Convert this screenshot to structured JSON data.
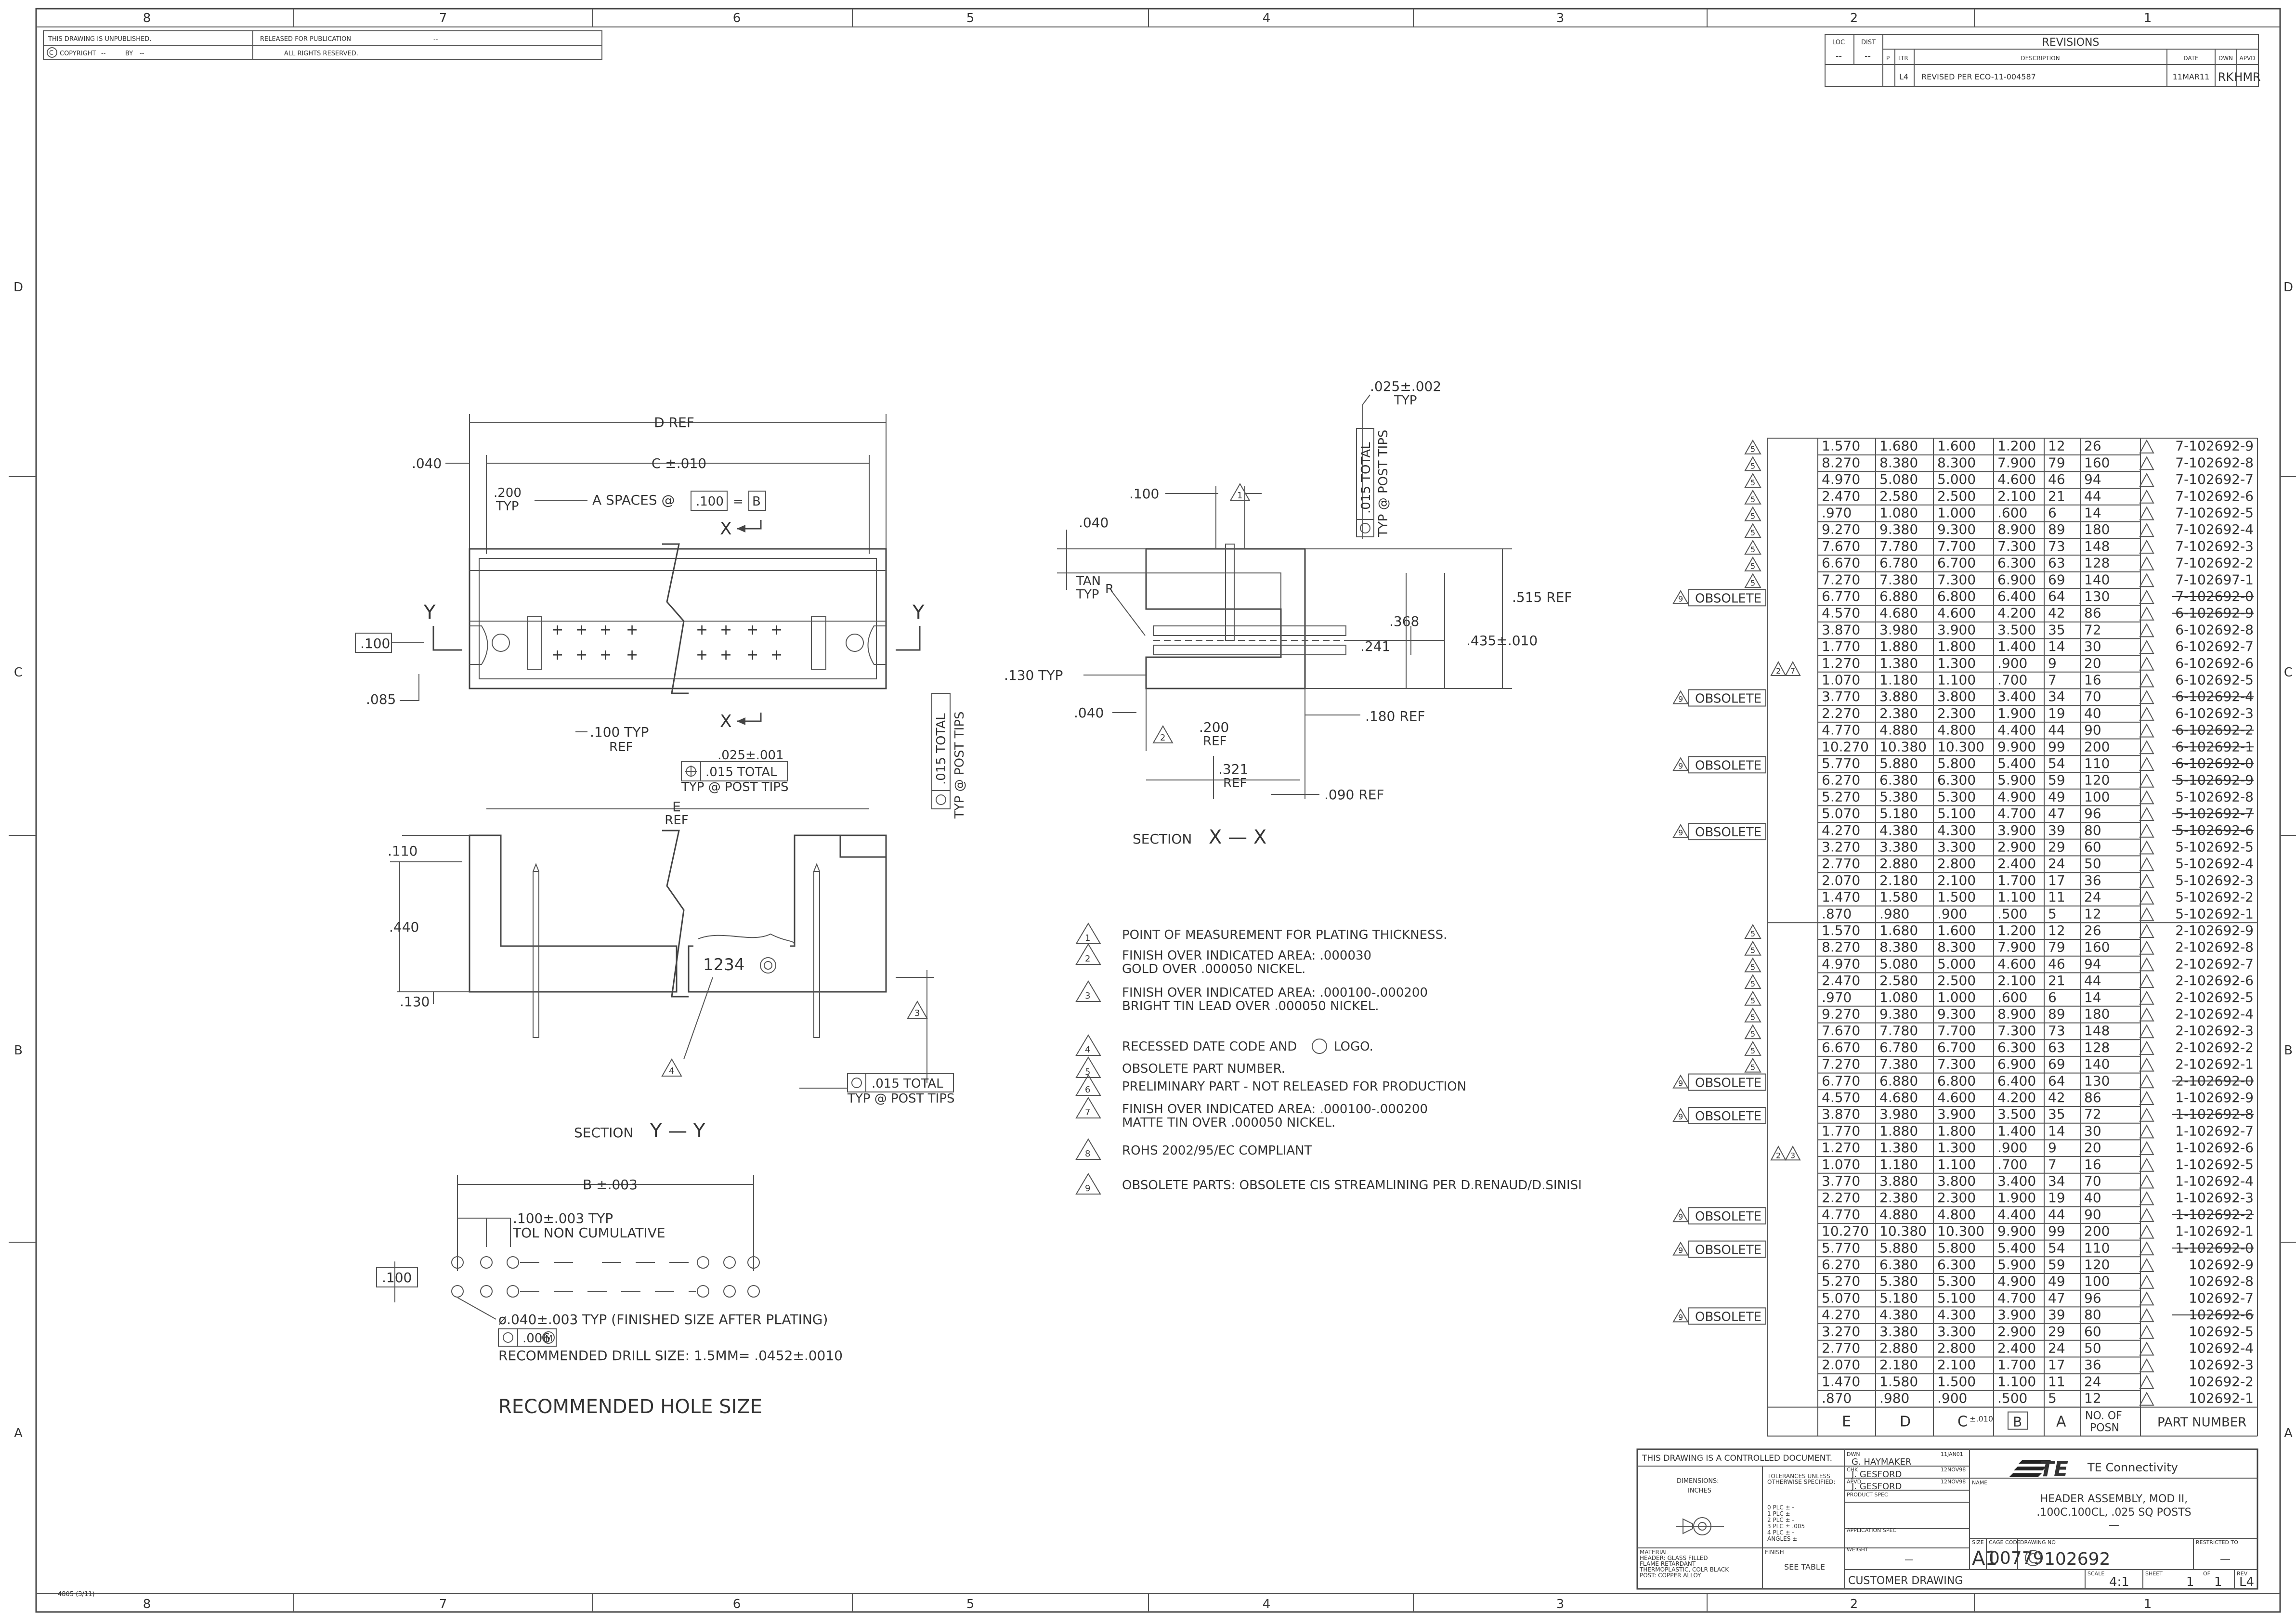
{
  "zones": {
    "columns": [
      "8",
      "7",
      "6",
      "5",
      "4",
      "3",
      "2",
      "1"
    ],
    "rows": [
      "D",
      "C",
      "B",
      "A"
    ]
  },
  "legal": {
    "unpublished": "THIS DRAWING IS UNPUBLISHED.",
    "released": "RELEASED FOR PUBLICATION",
    "copyright": "COPYRIGHT",
    "rights": "ALL RIGHTS RESERVED.",
    "copyright_by": "BY",
    "copyright_year": "--",
    "release_year": "--"
  },
  "revisions": {
    "title": "REVISIONS",
    "loc_label": "LOC",
    "dist_label": "DIST",
    "loc_value": "--",
    "dist_value": "--",
    "headers": [
      "P",
      "LTR",
      "DESCRIPTION",
      "DATE",
      "DWN",
      "APVD"
    ],
    "rows": [
      {
        "p": "",
        "ltr": "L4",
        "description": "REVISED PER ECO-11-004587",
        "date": "11MAR11",
        "dwn": "RK",
        "apvd": "HMR"
      }
    ]
  },
  "top_view": {
    "d_ref": "D REF",
    "c_dim": "C ±.010",
    "dim_040": ".040",
    "dim_200": ".200",
    "typ": "TYP",
    "a_spaces": "A SPACES @",
    "dim_100_box": ".100",
    "equals": "=",
    "b_box": "B",
    "y_left": "Y",
    "y_right": "Y",
    "x_top": "X",
    "x_bottom": "X",
    "dim_100_left": ".100",
    "dim_085": ".085",
    "dim_100_typ": ".100 TYP",
    "ref": "REF",
    "dim_025": ".025±.001",
    "tolerance": ".015 TOTAL",
    "post_tips": "TYP @ POST TIPS",
    "e_label": "E",
    "e_ref": "REF",
    "tolerance_vert": ".015 TOTAL",
    "post_tips_vert": "TYP @ POST TIPS"
  },
  "section_y": {
    "dim_110": ".110",
    "dim_440": ".440",
    "dim_130": ".130",
    "date_code": "1234",
    "flag_3": "3",
    "flag_4": "4",
    "tolerance": ".015 TOTAL",
    "post_tips": "TYP @ POST TIPS",
    "title_word": "SECTION",
    "title_letter": "Y — Y"
  },
  "section_x": {
    "dim_025": ".025±.002",
    "typ": "TYP",
    "tolerance_vert": ".015 TOTAL",
    "post_tips_vert": "TYP @ POST TIPS",
    "dim_100": ".100",
    "flag_1": "1",
    "dim_040_top": ".040",
    "tan": "TAN",
    "typ_r": "TYP",
    "r_label": "R",
    "dim_368": ".368",
    "dim_515": ".515 REF",
    "dim_435": ".435±.010",
    "dim_241": ".241",
    "dim_130": ".130 TYP",
    "dim_040_bottom": ".040",
    "flag_2": "2",
    "dim_200": ".200",
    "ref_200": "REF",
    "dim_180": ".180 REF",
    "dim_321": ".321",
    "ref_321": "REF",
    "dim_090": ".090 REF",
    "title_word": "SECTION",
    "title_letter": "X — X"
  },
  "notes": [
    {
      "num": "1",
      "text": "POINT OF MEASUREMENT FOR PLATING THICKNESS."
    },
    {
      "num": "2",
      "text": "FINISH OVER INDICATED AREA: .000030",
      "text2": "GOLD OVER .000050 NICKEL."
    },
    {
      "num": "3",
      "text": "FINISH OVER INDICATED AREA: .000100-.000200",
      "text2": "BRIGHT TIN LEAD OVER .000050 NICKEL."
    },
    {
      "num": "4",
      "text": "RECESSED DATE CODE AND",
      "text_tail": "LOGO."
    },
    {
      "num": "5",
      "text": "OBSOLETE PART NUMBER."
    },
    {
      "num": "6",
      "text": "PRELIMINARY PART - NOT RELEASED FOR PRODUCTION"
    },
    {
      "num": "7",
      "text": "FINISH OVER INDICATED AREA: .000100-.000200",
      "text2": "MATTE TIN OVER .000050 NICKEL."
    },
    {
      "num": "8",
      "text": "ROHS 2002/95/EC COMPLIANT"
    },
    {
      "num": "9",
      "text": "OBSOLETE PARTS: OBSOLETE CIS STREAMLINING PER D.RENAUD/D.SINISI"
    }
  ],
  "hole_size": {
    "b_dim": "B ±.003",
    "pitch": ".100±.003 TYP",
    "non_cum": "TOL NON CUMULATIVE",
    "dim_100_box": ".100",
    "hole_dia": "ø.040±.003 TYP (FINISHED SIZE AFTER PLATING)",
    "position_tol": ".006",
    "position_mod": "M",
    "drill": "RECOMMENDED DRILL SIZE: 1.5MM= .0452±.0010",
    "title": "RECOMMENDED HOLE SIZE"
  },
  "table": {
    "rows": [
      {
        "e": "1.570",
        "d": "1.680",
        "c": "1.600",
        "b": "1.200",
        "a": "12",
        "posn": "26",
        "part": "7-102692-9",
        "strike": false
      },
      {
        "e": "8.270",
        "d": "8.380",
        "c": "8.300",
        "b": "7.900",
        "a": "79",
        "posn": "160",
        "part": "7-102692-8",
        "strike": false
      },
      {
        "e": "4.970",
        "d": "5.080",
        "c": "5.000",
        "b": "4.600",
        "a": "46",
        "posn": "94",
        "part": "7-102692-7",
        "strike": false
      },
      {
        "e": "2.470",
        "d": "2.580",
        "c": "2.500",
        "b": "2.100",
        "a": "21",
        "posn": "44",
        "part": "7-102692-6",
        "strike": false
      },
      {
        "e": ".970",
        "d": "1.080",
        "c": "1.000",
        "b": ".600",
        "a": "6",
        "posn": "14",
        "part": "7-102692-5",
        "strike": false
      },
      {
        "e": "9.270",
        "d": "9.380",
        "c": "9.300",
        "b": "8.900",
        "a": "89",
        "posn": "180",
        "part": "7-102692-4",
        "strike": false
      },
      {
        "e": "7.670",
        "d": "7.780",
        "c": "7.700",
        "b": "7.300",
        "a": "73",
        "posn": "148",
        "part": "7-102692-3",
        "strike": false
      },
      {
        "e": "6.670",
        "d": "6.780",
        "c": "6.700",
        "b": "6.300",
        "a": "63",
        "posn": "128",
        "part": "7-102692-2",
        "strike": false
      },
      {
        "e": "7.270",
        "d": "7.380",
        "c": "7.300",
        "b": "6.900",
        "a": "69",
        "posn": "140",
        "part": "7-102697-1",
        "strike": false
      },
      {
        "e": "6.770",
        "d": "6.880",
        "c": "6.800",
        "b": "6.400",
        "a": "64",
        "posn": "130",
        "part": "7-102692-0",
        "strike": true
      },
      {
        "e": "4.570",
        "d": "4.680",
        "c": "4.600",
        "b": "4.200",
        "a": "42",
        "posn": "86",
        "part": "6-102692-9",
        "strike": true
      },
      {
        "e": "3.870",
        "d": "3.980",
        "c": "3.900",
        "b": "3.500",
        "a": "35",
        "posn": "72",
        "part": "6-102692-8",
        "strike": false
      },
      {
        "e": "1.770",
        "d": "1.880",
        "c": "1.800",
        "b": "1.400",
        "a": "14",
        "posn": "30",
        "part": "6-102692-7",
        "strike": false
      },
      {
        "e": "1.270",
        "d": "1.380",
        "c": "1.300",
        "b": ".900",
        "a": "9",
        "posn": "20",
        "part": "6-102692-6",
        "strike": false
      },
      {
        "e": "1.070",
        "d": "1.180",
        "c": "1.100",
        "b": ".700",
        "a": "7",
        "posn": "16",
        "part": "6-102692-5",
        "strike": false
      },
      {
        "e": "3.770",
        "d": "3.880",
        "c": "3.800",
        "b": "3.400",
        "a": "34",
        "posn": "70",
        "part": "6-102692-4",
        "strike": true
      },
      {
        "e": "2.270",
        "d": "2.380",
        "c": "2.300",
        "b": "1.900",
        "a": "19",
        "posn": "40",
        "part": "6-102692-3",
        "strike": false
      },
      {
        "e": "4.770",
        "d": "4.880",
        "c": "4.800",
        "b": "4.400",
        "a": "44",
        "posn": "90",
        "part": "6-102692-2",
        "strike": true
      },
      {
        "e": "10.270",
        "d": "10.380",
        "c": "10.300",
        "b": "9.900",
        "a": "99",
        "posn": "200",
        "part": "6-102692-1",
        "strike": true
      },
      {
        "e": "5.770",
        "d": "5.880",
        "c": "5.800",
        "b": "5.400",
        "a": "54",
        "posn": "110",
        "part": "6-102692-0",
        "strike": true
      },
      {
        "e": "6.270",
        "d": "6.380",
        "c": "6.300",
        "b": "5.900",
        "a": "59",
        "posn": "120",
        "part": "5-102692-9",
        "strike": true
      },
      {
        "e": "5.270",
        "d": "5.380",
        "c": "5.300",
        "b": "4.900",
        "a": "49",
        "posn": "100",
        "part": "5-102692-8",
        "strike": false
      },
      {
        "e": "5.070",
        "d": "5.180",
        "c": "5.100",
        "b": "4.700",
        "a": "47",
        "posn": "96",
        "part": "5-102692-7",
        "strike": true
      },
      {
        "e": "4.270",
        "d": "4.380",
        "c": "4.300",
        "b": "3.900",
        "a": "39",
        "posn": "80",
        "part": "5-102692-6",
        "strike": true
      },
      {
        "e": "3.270",
        "d": "3.380",
        "c": "3.300",
        "b": "2.900",
        "a": "29",
        "posn": "60",
        "part": "5-102692-5",
        "strike": false
      },
      {
        "e": "2.770",
        "d": "2.880",
        "c": "2.800",
        "b": "2.400",
        "a": "24",
        "posn": "50",
        "part": "5-102692-4",
        "strike": false
      },
      {
        "e": "2.070",
        "d": "2.180",
        "c": "2.100",
        "b": "1.700",
        "a": "17",
        "posn": "36",
        "part": "5-102692-3",
        "strike": false
      },
      {
        "e": "1.470",
        "d": "1.580",
        "c": "1.500",
        "b": "1.100",
        "a": "11",
        "posn": "24",
        "part": "5-102692-2",
        "strike": false
      },
      {
        "e": ".870",
        "d": ".980",
        "c": ".900",
        "b": ".500",
        "a": "5",
        "posn": "12",
        "part": "5-102692-1",
        "strike": false
      },
      {
        "e": "1.570",
        "d": "1.680",
        "c": "1.600",
        "b": "1.200",
        "a": "12",
        "posn": "26",
        "part": "2-102692-9",
        "strike": false
      },
      {
        "e": "8.270",
        "d": "8.380",
        "c": "8.300",
        "b": "7.900",
        "a": "79",
        "posn": "160",
        "part": "2-102692-8",
        "strike": false
      },
      {
        "e": "4.970",
        "d": "5.080",
        "c": "5.000",
        "b": "4.600",
        "a": "46",
        "posn": "94",
        "part": "2-102692-7",
        "strike": false
      },
      {
        "e": "2.470",
        "d": "2.580",
        "c": "2.500",
        "b": "2.100",
        "a": "21",
        "posn": "44",
        "part": "2-102692-6",
        "strike": false
      },
      {
        "e": ".970",
        "d": "1.080",
        "c": "1.000",
        "b": ".600",
        "a": "6",
        "posn": "14",
        "part": "2-102692-5",
        "strike": false
      },
      {
        "e": "9.270",
        "d": "9.380",
        "c": "9.300",
        "b": "8.900",
        "a": "89",
        "posn": "180",
        "part": "2-102692-4",
        "strike": false
      },
      {
        "e": "7.670",
        "d": "7.780",
        "c": "7.700",
        "b": "7.300",
        "a": "73",
        "posn": "148",
        "part": "2-102692-3",
        "strike": false
      },
      {
        "e": "6.670",
        "d": "6.780",
        "c": "6.700",
        "b": "6.300",
        "a": "63",
        "posn": "128",
        "part": "2-102692-2",
        "strike": false
      },
      {
        "e": "7.270",
        "d": "7.380",
        "c": "7.300",
        "b": "6.900",
        "a": "69",
        "posn": "140",
        "part": "2-102692-1",
        "strike": false
      },
      {
        "e": "6.770",
        "d": "6.880",
        "c": "6.800",
        "b": "6.400",
        "a": "64",
        "posn": "130",
        "part": "2-102692-0",
        "strike": true
      },
      {
        "e": "4.570",
        "d": "4.680",
        "c": "4.600",
        "b": "4.200",
        "a": "42",
        "posn": "86",
        "part": "1-102692-9",
        "strike": false
      },
      {
        "e": "3.870",
        "d": "3.980",
        "c": "3.900",
        "b": "3.500",
        "a": "35",
        "posn": "72",
        "part": "1-102692-8",
        "strike": true
      },
      {
        "e": "1.770",
        "d": "1.880",
        "c": "1.800",
        "b": "1.400",
        "a": "14",
        "posn": "30",
        "part": "1-102692-7",
        "strike": false
      },
      {
        "e": "1.270",
        "d": "1.380",
        "c": "1.300",
        "b": ".900",
        "a": "9",
        "posn": "20",
        "part": "1-102692-6",
        "strike": false
      },
      {
        "e": "1.070",
        "d": "1.180",
        "c": "1.100",
        "b": ".700",
        "a": "7",
        "posn": "16",
        "part": "1-102692-5",
        "strike": false
      },
      {
        "e": "3.770",
        "d": "3.880",
        "c": "3.800",
        "b": "3.400",
        "a": "34",
        "posn": "70",
        "part": "1-102692-4",
        "strike": false
      },
      {
        "e": "2.270",
        "d": "2.380",
        "c": "2.300",
        "b": "1.900",
        "a": "19",
        "posn": "40",
        "part": "1-102692-3",
        "strike": false
      },
      {
        "e": "4.770",
        "d": "4.880",
        "c": "4.800",
        "b": "4.400",
        "a": "44",
        "posn": "90",
        "part": "1-102692-2",
        "strike": true
      },
      {
        "e": "10.270",
        "d": "10.380",
        "c": "10.300",
        "b": "9.900",
        "a": "99",
        "posn": "200",
        "part": "1-102692-1",
        "strike": false
      },
      {
        "e": "5.770",
        "d": "5.880",
        "c": "5.800",
        "b": "5.400",
        "a": "54",
        "posn": "110",
        "part": "1-102692-0",
        "strike": true
      },
      {
        "e": "6.270",
        "d": "6.380",
        "c": "6.300",
        "b": "5.900",
        "a": "59",
        "posn": "120",
        "part": "102692-9",
        "strike": false
      },
      {
        "e": "5.270",
        "d": "5.380",
        "c": "5.300",
        "b": "4.900",
        "a": "49",
        "posn": "100",
        "part": "102692-8",
        "strike": false
      },
      {
        "e": "5.070",
        "d": "5.180",
        "c": "5.100",
        "b": "4.700",
        "a": "47",
        "posn": "96",
        "part": "102692-7",
        "strike": false
      },
      {
        "e": "4.270",
        "d": "4.380",
        "c": "4.300",
        "b": "3.900",
        "a": "39",
        "posn": "80",
        "part": "102692-6",
        "strike": true
      },
      {
        "e": "3.270",
        "d": "3.380",
        "c": "3.300",
        "b": "2.900",
        "a": "29",
        "posn": "60",
        "part": "102692-5",
        "strike": false
      },
      {
        "e": "2.770",
        "d": "2.880",
        "c": "2.800",
        "b": "2.400",
        "a": "24",
        "posn": "50",
        "part": "102692-4",
        "strike": false
      },
      {
        "e": "2.070",
        "d": "2.180",
        "c": "2.100",
        "b": "1.700",
        "a": "17",
        "posn": "36",
        "part": "102692-3",
        "strike": false
      },
      {
        "e": "1.470",
        "d": "1.580",
        "c": "1.500",
        "b": "1.100",
        "a": "11",
        "posn": "24",
        "part": "102692-2",
        "strike": false
      },
      {
        "e": ".870",
        "d": ".980",
        "c": ".900",
        "b": ".500",
        "a": "5",
        "posn": "12",
        "part": "102692-1",
        "strike": false
      }
    ],
    "footer": {
      "e": "E",
      "d": "D",
      "c": "C",
      "c_tol": "±.010",
      "b": "B",
      "a": "A",
      "posn_1": "NO. OF",
      "posn_2": "POSN",
      "part": "PART NUMBER"
    },
    "obsolete_label": "OBSOLETE",
    "flag_5": "5",
    "flag_8": "8",
    "flag_9": "9",
    "flag_2": "2",
    "flag_7": "7",
    "flag_3": "3"
  },
  "title_block": {
    "controlled": "THIS DRAWING IS A CONTROLLED DOCUMENT.",
    "dwn_label": "DWN",
    "dwn_name": "G. HAYMAKER",
    "dwn_date": "11JAN01",
    "chk_label": "CHK",
    "chk_name": "J. GESFORD",
    "chk_date": "12NOV98",
    "apvd_label": "APVD",
    "apvd_name": "J. GESFORD",
    "apvd_date": "12NOV98",
    "dimensions": "DIMENSIONS:",
    "inches": "INCHES",
    "tolerances": "TOLERANCES UNLESS",
    "otherwise": "OTHERWISE SPECIFIED:",
    "plc0": "0 PLC   ± -",
    "plc1": "1 PLC   ± -",
    "plc2": "2 PLC   ± -",
    "plc3": "3 PLC   ± .005",
    "plc4": "4 PLC   ± -",
    "angles": "ANGLES   ± -",
    "product_spec": "PRODUCT SPEC",
    "application_spec": "APPLICATION SPEC",
    "material_label": "MATERIAL",
    "material_1": "HEADER: GLASS FILLED",
    "material_2": "FLAME RETARDANT",
    "material_3": "THERMOPLASTIC, COLR BLACK",
    "material_4": "POST: COPPER ALLOY",
    "finish_label": "FINISH",
    "finish_value": "SEE TABLE",
    "weight_label": "WEIGHT",
    "weight_value": "—",
    "customer": "CUSTOMER DRAWING",
    "company": "TE Connectivity",
    "logo_text": "TE",
    "name_label": "NAME",
    "name_1": "HEADER ASSEMBLY, MOD II,",
    "name_2": ".100C.100CL, .025 SQ POSTS",
    "name_3": "—",
    "size_label": "SIZE",
    "size_value": "A1",
    "cage_label": "CAGE CODE",
    "cage_value": "00779",
    "dwg_label": "DRAWING NO",
    "dwg_value": "102692",
    "restricted_label": "RESTRICTED TO",
    "restricted_value": "—",
    "scale_label": "SCALE",
    "scale_value": "4:1",
    "sheet_label": "SHEET",
    "sheet_value": "1",
    "of_label": "OF",
    "of_value": "1",
    "rev_label": "REV",
    "rev_value": "L4"
  },
  "form_number": "4805 (3/11)"
}
